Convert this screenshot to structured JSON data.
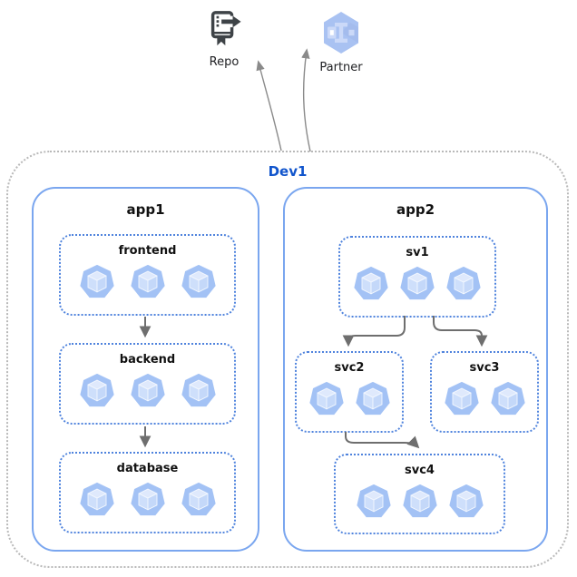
{
  "external_nodes": [
    {
      "id": "repo",
      "label": "Repo",
      "icon": "source-repo-icon"
    },
    {
      "id": "partner",
      "label": "Partner",
      "icon": "partner-hexagon-icon"
    }
  ],
  "environment": {
    "label": "Dev1"
  },
  "apps": [
    {
      "label": "app1",
      "services": [
        {
          "label": "frontend",
          "pod_count": 3
        },
        {
          "label": "backend",
          "pod_count": 3
        },
        {
          "label": "database",
          "pod_count": 3
        }
      ]
    },
    {
      "label": "app2",
      "services": [
        {
          "label": "sv1",
          "pod_count": 3
        },
        {
          "label": "svc2",
          "pod_count": 2
        },
        {
          "label": "svc3",
          "pod_count": 2
        },
        {
          "label": "svc4",
          "pod_count": 3
        }
      ]
    }
  ],
  "edges": [
    {
      "from": "frontend",
      "to": "backend"
    },
    {
      "from": "backend",
      "to": "database"
    },
    {
      "from": "sv1",
      "to": "svc2"
    },
    {
      "from": "sv1",
      "to": "svc3"
    },
    {
      "from": "svc2",
      "to": "svc4"
    },
    {
      "from": "Dev1",
      "to": "Repo"
    },
    {
      "from": "Dev1",
      "to": "Partner"
    }
  ],
  "colors": {
    "env_label": "#1155cc",
    "env_border": "#b9b9b9",
    "app_border": "#7aa6ef",
    "service_border": "#4f83dd",
    "pod_fill": "#a3c2f5",
    "arrow_dark": "#6e6e6e",
    "arrow_light": "#8a8a8a",
    "repo_icon": "#3e4347",
    "partner_fill": "#a9c2f2"
  }
}
